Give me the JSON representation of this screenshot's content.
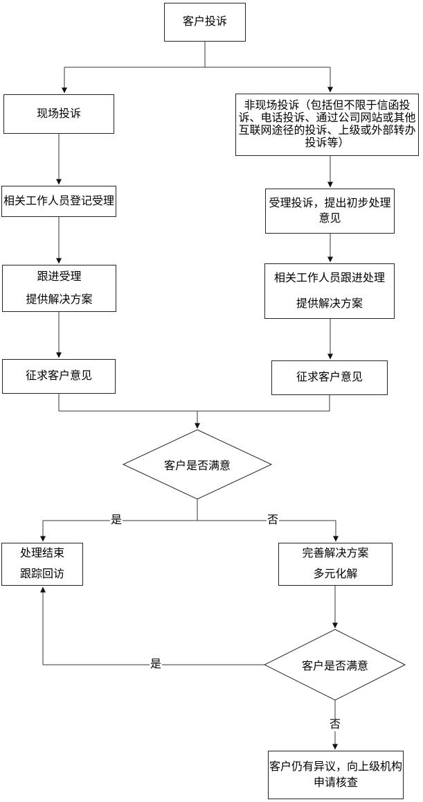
{
  "page": {
    "background_color": "#ffffff",
    "line_color": "#333333",
    "border_color": "#222222",
    "text_color": "#000000"
  },
  "flowchart": {
    "nodes": {
      "complaint": {
        "label": "客户投诉"
      },
      "onsite": {
        "label": "现场投诉"
      },
      "offsite": {
        "lines": [
          "非现场投诉（包括但不限于信函投",
          "诉、电话投诉、通过公司网站或其他",
          "互联网途径的投诉、上级或外部转办",
          "投诉等）"
        ]
      },
      "register": {
        "label": "相关工作人员登记受理"
      },
      "accept": {
        "lines": [
          "受理投诉，提出初步处理",
          "意见"
        ]
      },
      "follow_onsite": {
        "lines": [
          "跟进受理",
          "提供解决方案"
        ]
      },
      "follow_offsite": {
        "lines": [
          "相关工作人员跟进处理",
          "提供解决方案"
        ]
      },
      "seek_left": {
        "label": "征求客户意见"
      },
      "seek_right": {
        "label": "征求客户意见"
      },
      "decision1": {
        "label": "客户是否满意"
      },
      "end": {
        "lines": [
          "处理结束",
          "跟踪回访"
        ]
      },
      "improve": {
        "lines": [
          "完善解决方案",
          "多元化解"
        ]
      },
      "decision2": {
        "label": "客户是否满意"
      },
      "escalate": {
        "lines": [
          "客户仍有异议，向上级机构",
          "申请核查"
        ]
      }
    },
    "edge_labels": {
      "decision1_yes": "是",
      "decision1_no": "否",
      "decision2_yes": "是",
      "decision2_no": "否"
    }
  }
}
